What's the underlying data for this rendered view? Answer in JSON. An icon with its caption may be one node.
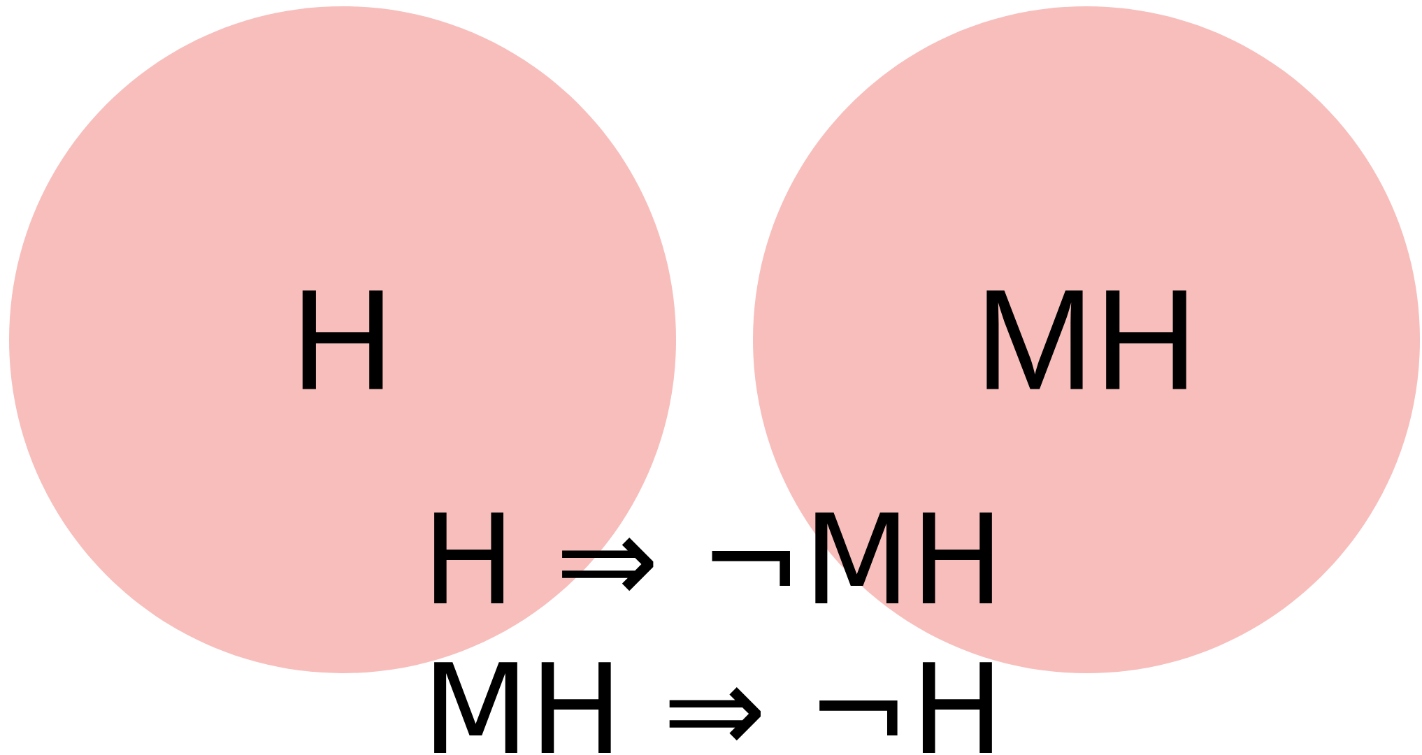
{
  "diagram": {
    "nodes": [
      {
        "text": [
          "H"
        ]
      },
      {
        "text": [
          "MH"
        ]
      }
    ],
    "labels": [
      "H ⇒ ¬MH",
      "MH ⇒ ¬H"
    ]
  }
}
